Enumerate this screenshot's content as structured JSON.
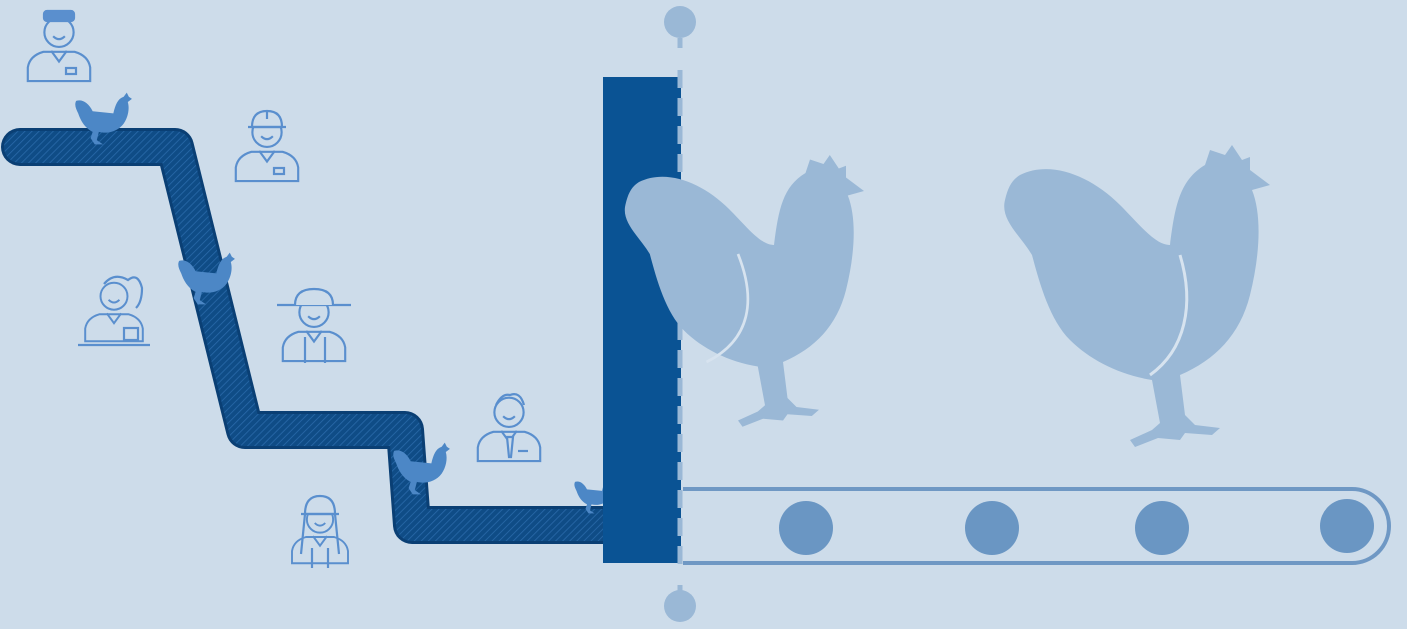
{
  "colors": {
    "background": "#cddcea",
    "path_dark": "#0a4f8f",
    "path_stripe": "#1a5c9c",
    "wall": "#0a5394",
    "worker_stroke": "#5a8fce",
    "small_hen": "#4c87c6",
    "big_hen": "#9ab8d6",
    "hen_wing_line": "#d7e3ef",
    "divider": "#9ab8d6",
    "conveyor_outline": "#6f98c4",
    "roller": "#6a96c3"
  },
  "supply_chain": {
    "workers": [
      {
        "icon": "worker-cap-icon"
      },
      {
        "icon": "worker-helmet-icon"
      },
      {
        "icon": "worker-ponytail-icon"
      },
      {
        "icon": "farmer-hat-icon"
      },
      {
        "icon": "worker-tie-icon"
      },
      {
        "icon": "worker-hardhat-woman-icon"
      }
    ],
    "hens_on_path": 4
  },
  "processing": {
    "large_hens": 2,
    "conveyor_rollers": 4
  }
}
